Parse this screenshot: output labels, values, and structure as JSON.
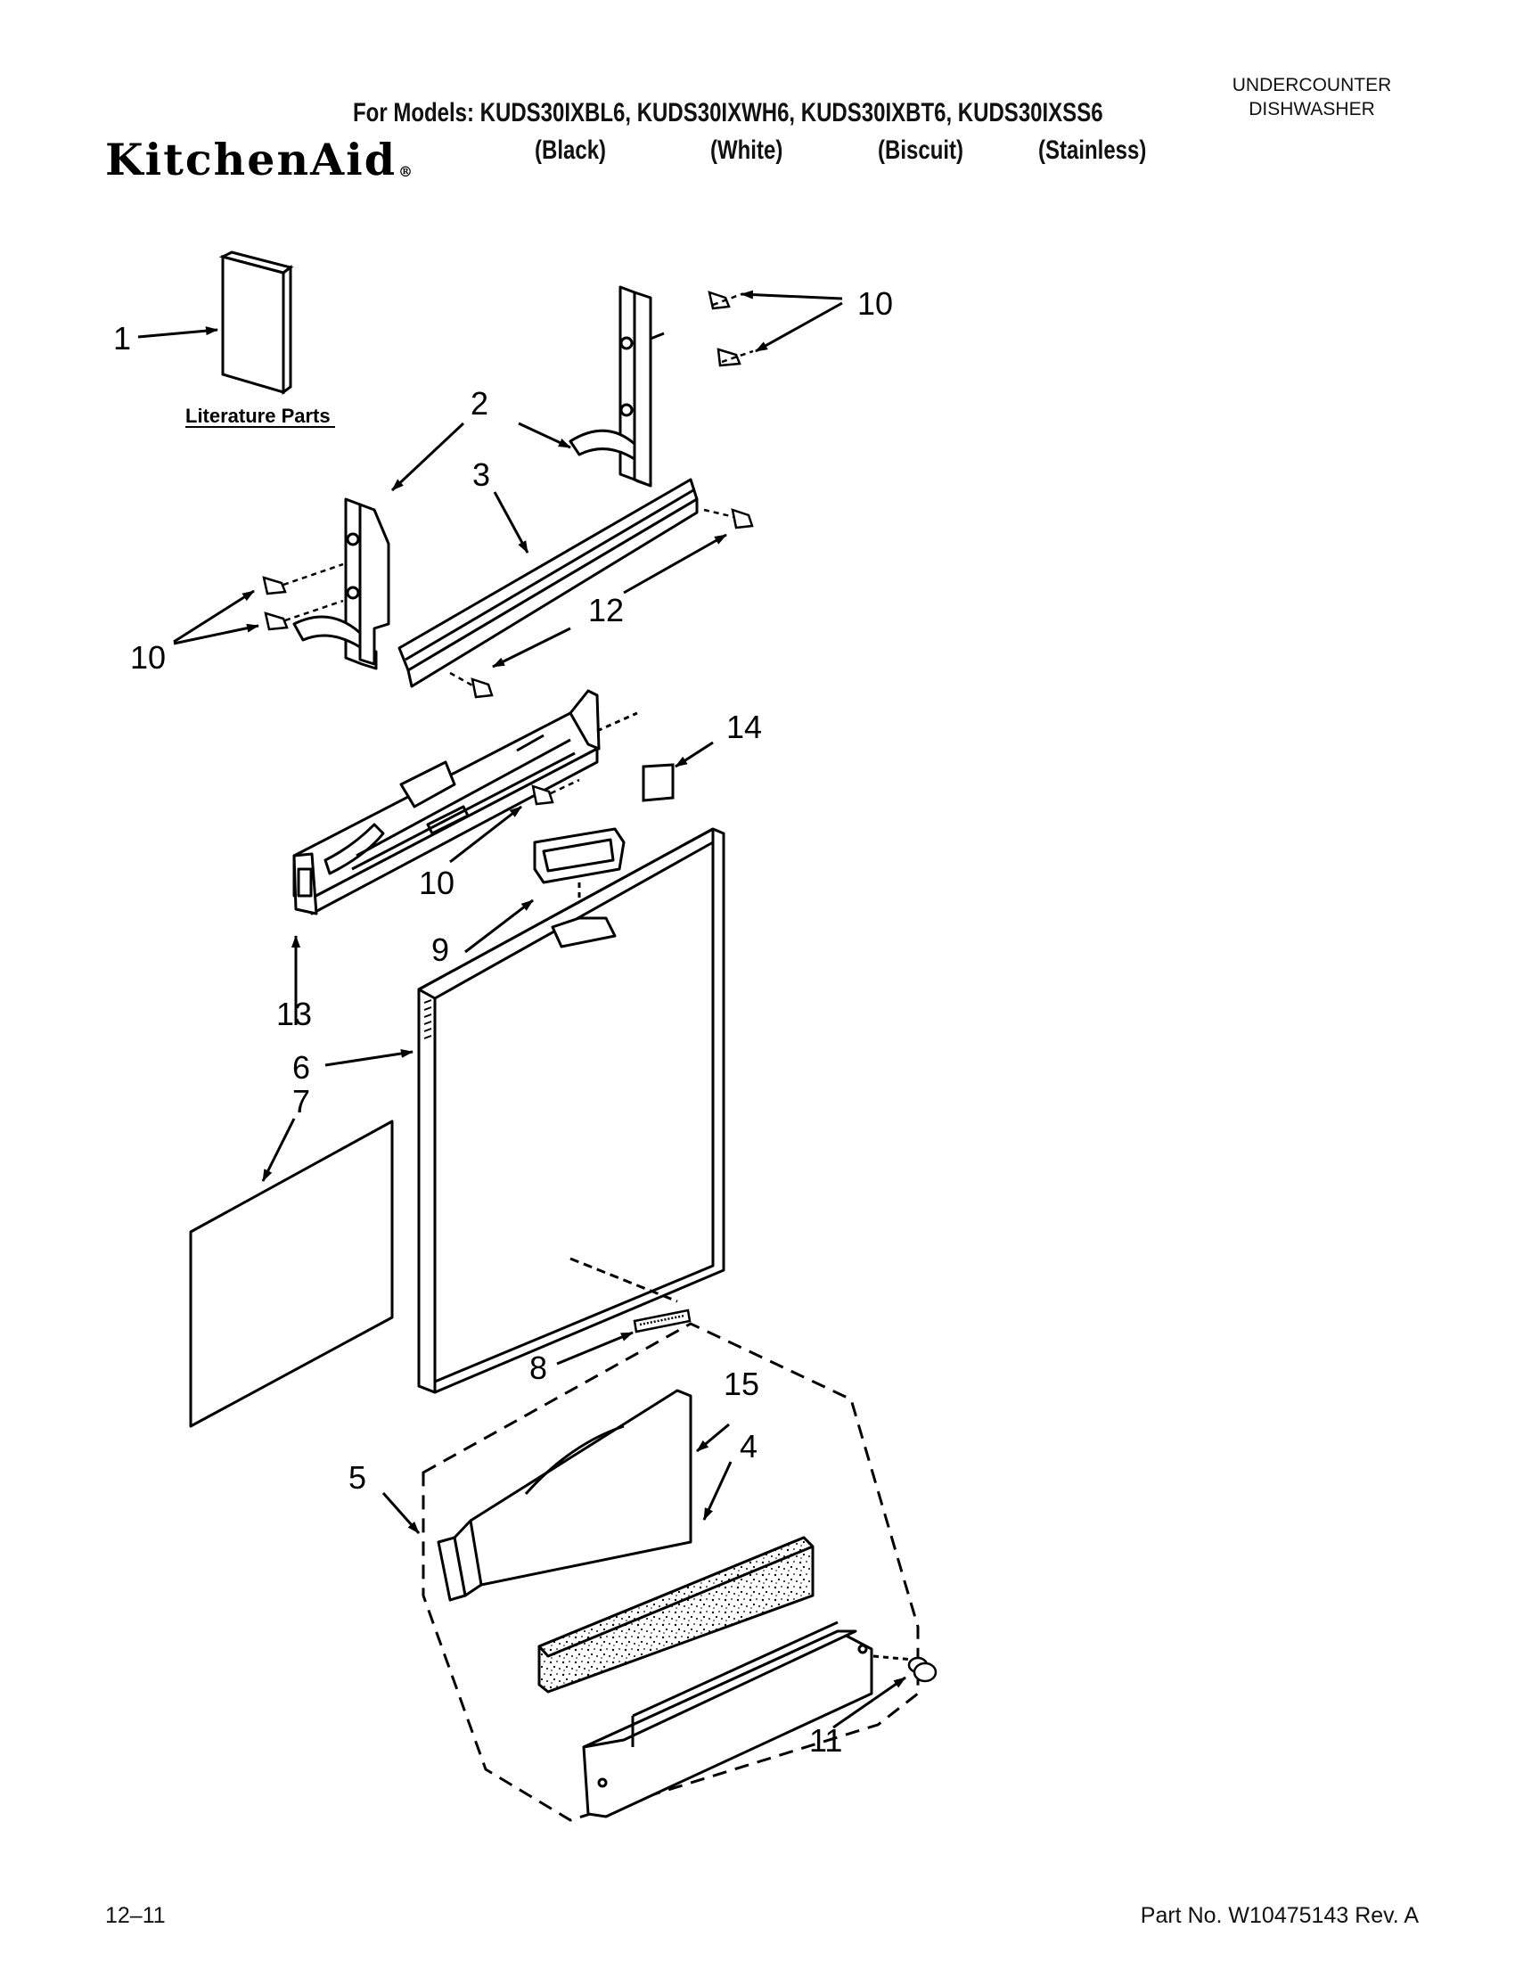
{
  "header": {
    "models_line": "For Models: KUDS30IXBL6, KUDS30IXWH6, KUDS30IXBT6, KUDS30IXSS6",
    "brand": "KitchenAid",
    "brand_mark": "®",
    "colors": [
      "(Black)",
      "(White)",
      "(Biscuit)",
      "(Stainless)"
    ],
    "product_line1": "UNDERCOUNTER",
    "product_line2": "DISHWASHER"
  },
  "diagram": {
    "literature_label": "Literature Parts",
    "callouts": {
      "c1": "1",
      "c2": "2",
      "c3": "3",
      "c4": "4",
      "c5": "5",
      "c6": "6",
      "c7": "7",
      "c8": "8",
      "c9": "9",
      "c10": "10",
      "c11": "11",
      "c12": "12",
      "c13": "13",
      "c14": "14",
      "c15": "15"
    }
  },
  "footer": {
    "date_code": "12–11",
    "part_number": "Part No. W10475143 Rev. A"
  }
}
